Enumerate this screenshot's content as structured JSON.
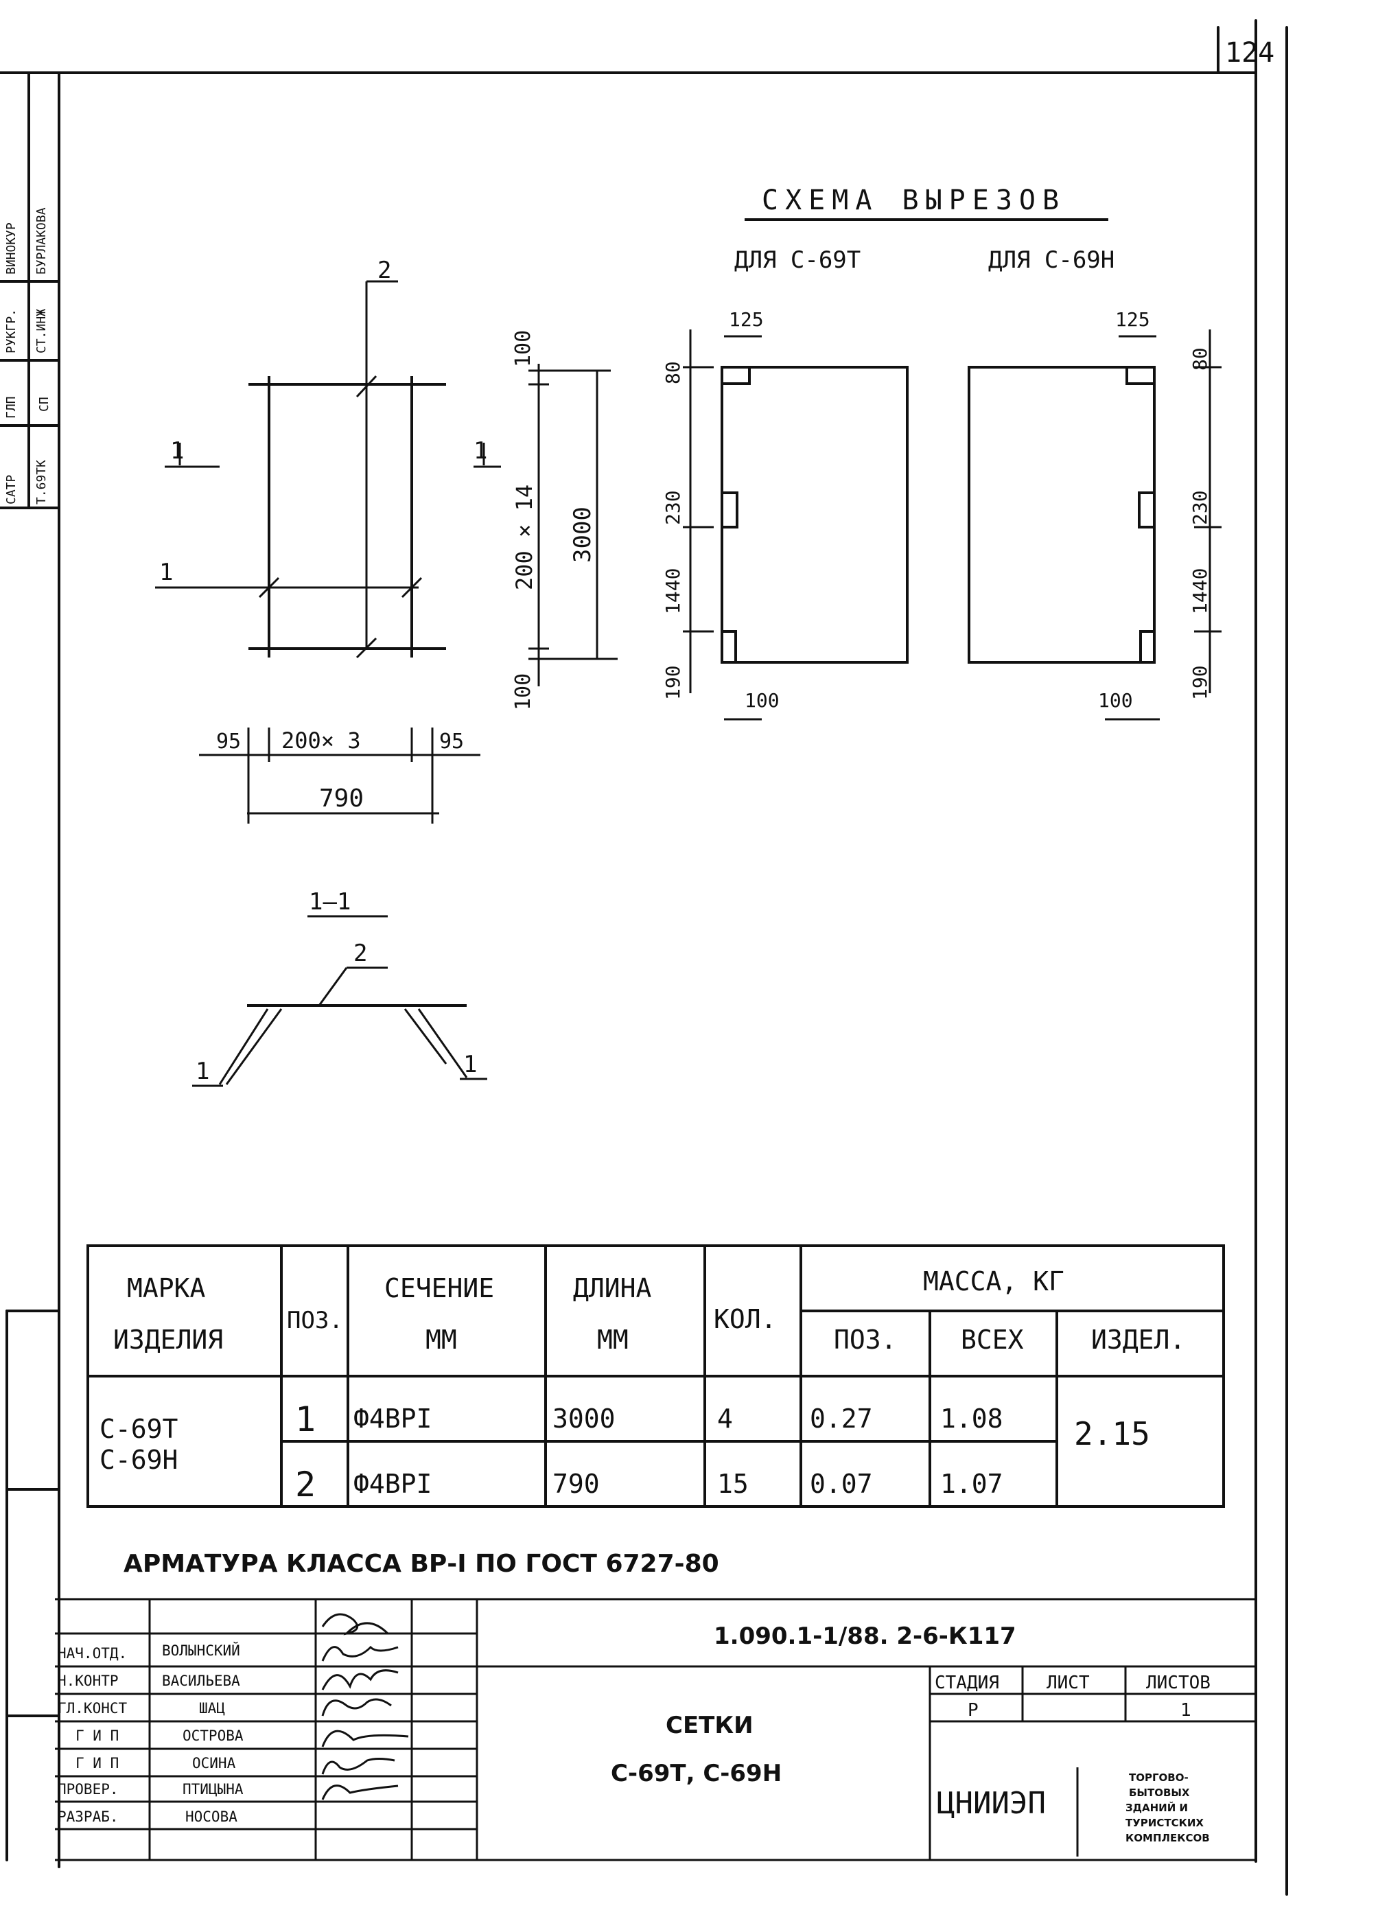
{
  "sheet_number": "124",
  "left_strip": [
    "САТР",
    "Т.69ТК",
    "ГЛП",
    "СП",
    "РУКГР.",
    "СТ.ИНЖ",
    "ВИНОКУР",
    "БУРЛАКОВА"
  ],
  "cut_scheme": {
    "title": "СХЕМА ВЫРЕЗОВ",
    "left_caption": "ДЛЯ С-69Т",
    "right_caption": "ДЛЯ С-69Н"
  },
  "mesh_plan": {
    "pos_1": "1",
    "pos_2": "2",
    "section_mark": "1",
    "dim_top": "100",
    "dim_mid": "200 × 14",
    "dim_bottom": "100",
    "dim_total": "3000",
    "dim_left": "95",
    "dim_middle": "200× 3",
    "dim_right": "95",
    "dim_width": "790"
  },
  "cut_dims": {
    "d125": "125",
    "d80": "80",
    "d230": "230",
    "d1440": "1440",
    "d190": "190",
    "d100": "100"
  },
  "section_view": {
    "title": "1—1",
    "label_2": "2",
    "label_1_left": "1",
    "label_1_right": "1"
  },
  "spec_table": {
    "headers": {
      "mark": [
        "МАРКА",
        "ИЗДЕЛИЯ"
      ],
      "pos": "ПОЗ.",
      "section": [
        "СЕЧЕНИЕ",
        "ММ"
      ],
      "length": [
        "ДЛИНА",
        "ММ"
      ],
      "qty": "КОЛ.",
      "mass": "МАССА, КГ",
      "mass_pos": "ПОЗ.",
      "mass_all": "ВСЕХ",
      "mass_item": "ИЗДЕЛ."
    },
    "marks": [
      "С-69Т",
      "С-69Н"
    ],
    "rows": [
      {
        "pos": "1",
        "section": "Ф4ВРI",
        "length": "3000",
        "qty": "4",
        "mass_pos": "0.27",
        "mass_all": "1.08"
      },
      {
        "pos": "2",
        "section": "Ф4ВРI",
        "length": "790",
        "qty": "15",
        "mass_pos": "0.07",
        "mass_all": "1.07"
      }
    ],
    "item_mass": "2.15"
  },
  "note": "АРМАТУРА КЛАССА ВР-I ПО ГОСТ 6727-80",
  "title_block": {
    "document_code": "1.090.1-1/88. 2-6-К117",
    "staff": [
      {
        "role": "НАЧ.ОТД.",
        "name": "ВОЛЫНСКИЙ"
      },
      {
        "role": "Н.КОНТР",
        "name": "ВАСИЛЬЕВА"
      },
      {
        "role": "ГЛ.КОНСТ",
        "name": "ШАЦ"
      },
      {
        "role": "Г И П",
        "name": "ОСТРОВА"
      },
      {
        "role": "Г И П",
        "name": "ОСИНА"
      },
      {
        "role": "ПРОВЕР.",
        "name": "ПТИЦЫНА"
      },
      {
        "role": "РАЗРАБ.",
        "name": "НОСОВА"
      }
    ],
    "drawing_title_1": "СЕТКИ",
    "drawing_title_2": "С-69Т, С-69Н",
    "stage_label": "СТАДИЯ",
    "sheet_label": "ЛИСТ",
    "sheets_label": "ЛИСТОВ",
    "stage": "Р",
    "sheet": "",
    "sheets": "1",
    "org": "ЦНИИЭП",
    "org_desc": [
      "ТОРГОВО-",
      "БЫТОВЫХ",
      "ЗДАНИЙ И",
      "ТУРИСТСКИХ",
      "КОМПЛЕКСОВ"
    ]
  }
}
